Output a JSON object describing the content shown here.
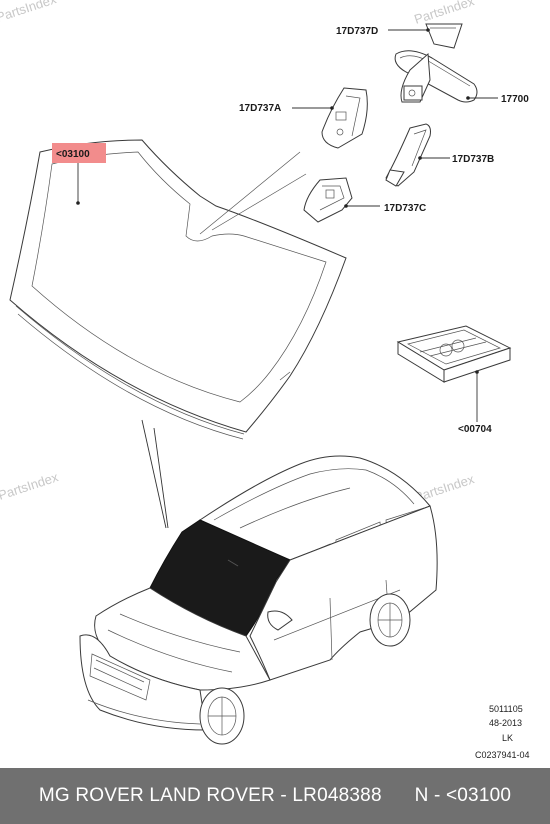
{
  "watermarks": [
    "PartsIndex",
    "PartsIndex",
    "PartsIndex",
    "PartsIndex"
  ],
  "callouts": {
    "windscreen": "<03100",
    "part_17d737d": "17D737D",
    "part_17700": "17700",
    "part_17d737a": "17D737A",
    "part_17d737b": "17D737B",
    "part_17d737c": "17D737C",
    "part_00704": "<00704"
  },
  "drawing_codes": [
    "5011105",
    "48-2013",
    "LK",
    "C0237941-04"
  ],
  "footer": "MG ROVER LAND ROVER - LR048388      N - <03100",
  "colors": {
    "highlight": "#f28c8c",
    "footer_bg": "#707070",
    "glass_fill": "#1a1a1a"
  }
}
